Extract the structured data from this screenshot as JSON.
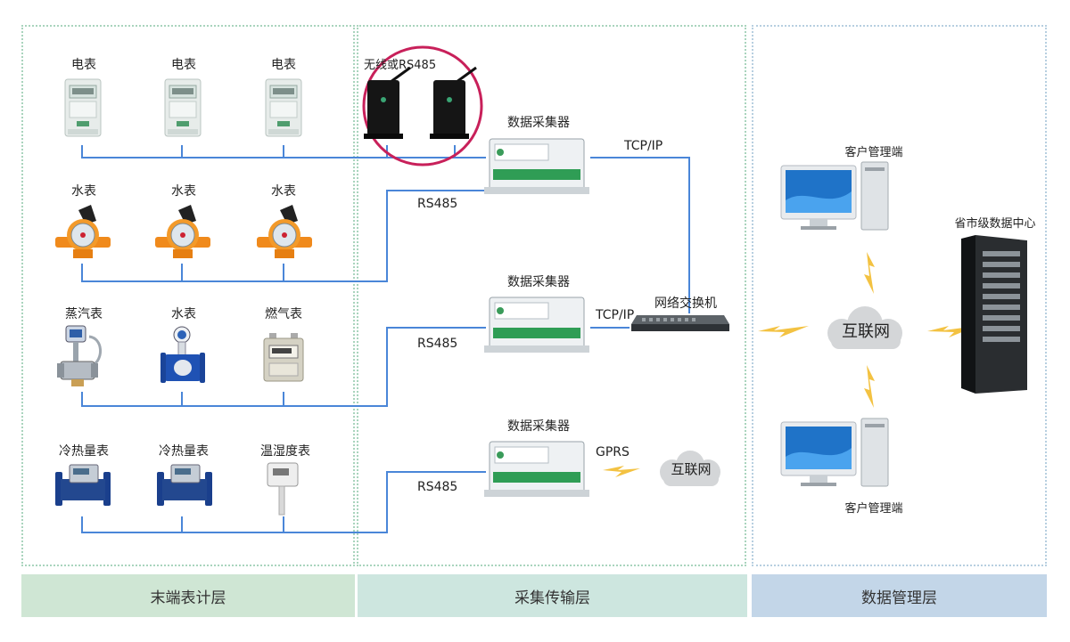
{
  "colors": {
    "wire": "#4a86d8",
    "bolt": "#f3c242",
    "wireless_circle": "#c8205a"
  },
  "terminal_row1": [
    "电表",
    "电表",
    "电表"
  ],
  "terminal_row2": [
    "水表",
    "水表",
    "水表"
  ],
  "terminal_row3": [
    "蒸汽表",
    "水表",
    "燃气表"
  ],
  "terminal_row4": [
    "冷热量表",
    "冷热量表",
    "温湿度表"
  ],
  "wireless_label": "无线或RS485",
  "collector_label": "数据采集器",
  "rs485": "RS485",
  "tcpip": "TCP/IP",
  "gprs": "GPRS",
  "switch_label": "网络交换机",
  "internet": "互联网",
  "client_label": "客户管理端",
  "datacenter_label": "省市级数据中心",
  "layers": [
    "末端表计层",
    "采集传输层",
    "数据管理层"
  ]
}
